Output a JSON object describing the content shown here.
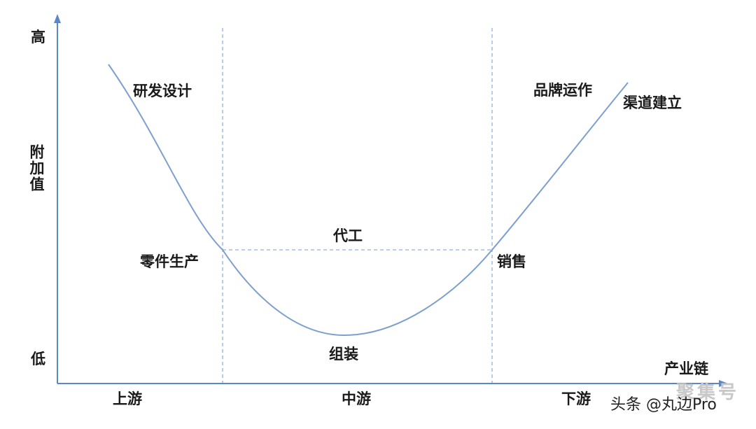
{
  "colors": {
    "curve": "#7d9fd0",
    "axis": "#5b87c7",
    "guide": "#8fb0dc",
    "text": "#1a1a1a"
  },
  "y_axis": {
    "top": "高",
    "bottom": "低",
    "title": "附加值"
  },
  "x_axis": {
    "title": "产业链",
    "segments": [
      "上游",
      "中游",
      "下游"
    ]
  },
  "stages": {
    "rd": "研发设计",
    "parts": "零件生产",
    "oem": "代工",
    "assembly": "组装",
    "sales": "销售",
    "brand": "品牌运作",
    "channel": "渠道建立"
  },
  "watermark": {
    "main": "头条 @丸边Pro",
    "faint": "聚集号"
  }
}
